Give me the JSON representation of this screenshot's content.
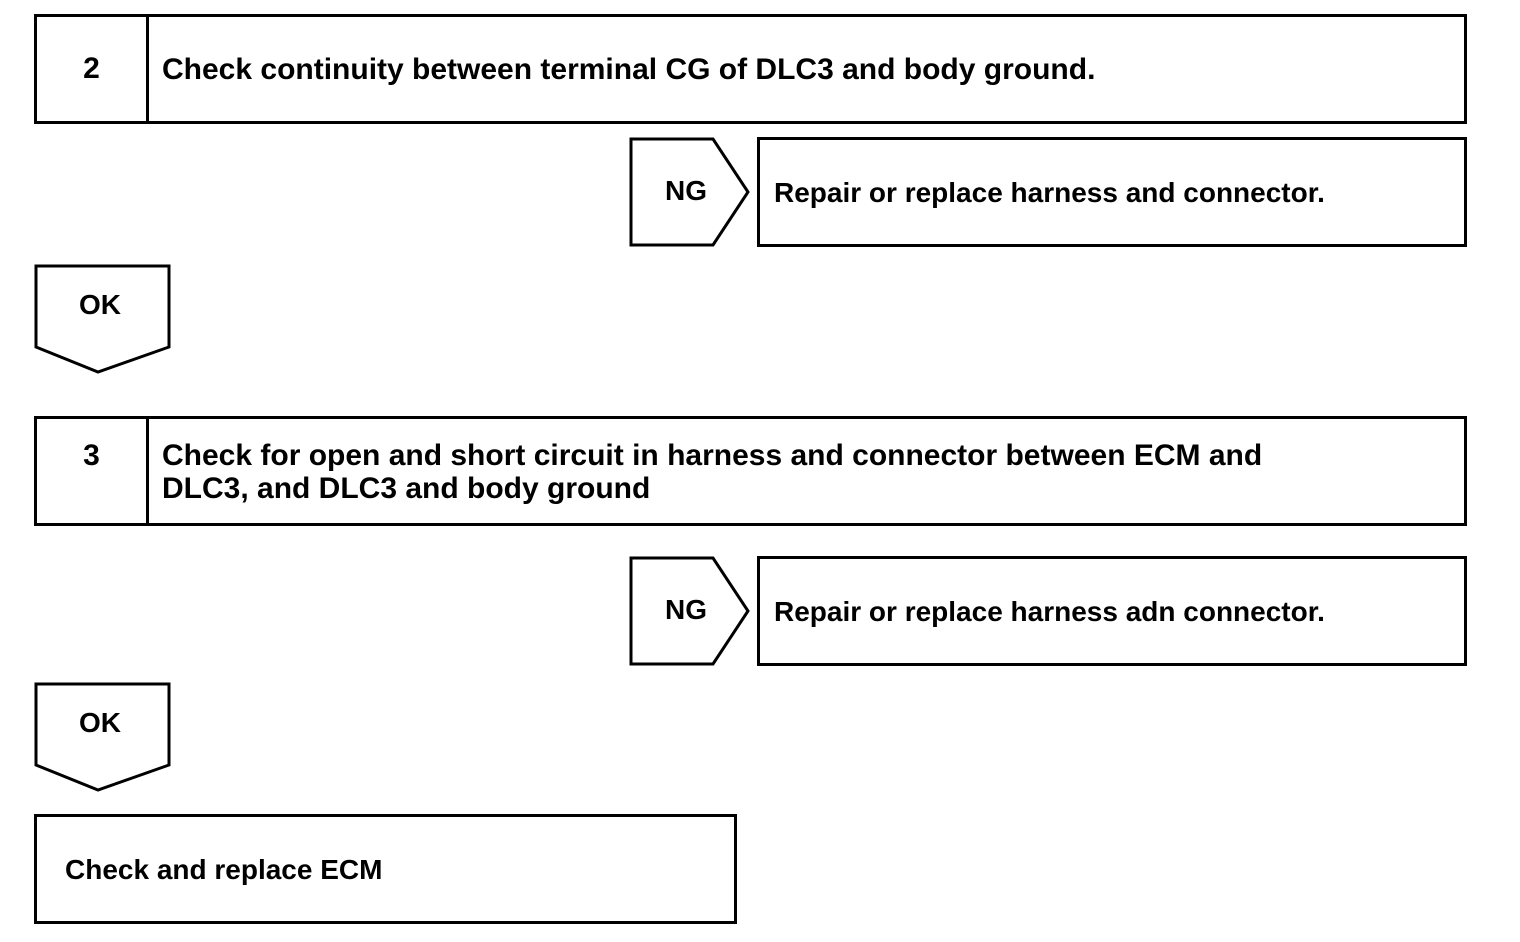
{
  "steps": [
    {
      "number": "2",
      "text": "Check continuity between terminal CG of DLC3 and body ground.",
      "ng_label": "NG",
      "ng_action": "Repair or replace harness and connector.",
      "ok_label": "OK"
    },
    {
      "number": "3",
      "text_line1": "Check for open and short circuit in harness and connector between ECM and",
      "text_line2": "DLC3, and DLC3 and body ground",
      "ng_label": "NG",
      "ng_action": "Repair or replace harness adn connector.",
      "ok_label": "OK"
    }
  ],
  "final": {
    "text": "Check and replace ECM"
  }
}
